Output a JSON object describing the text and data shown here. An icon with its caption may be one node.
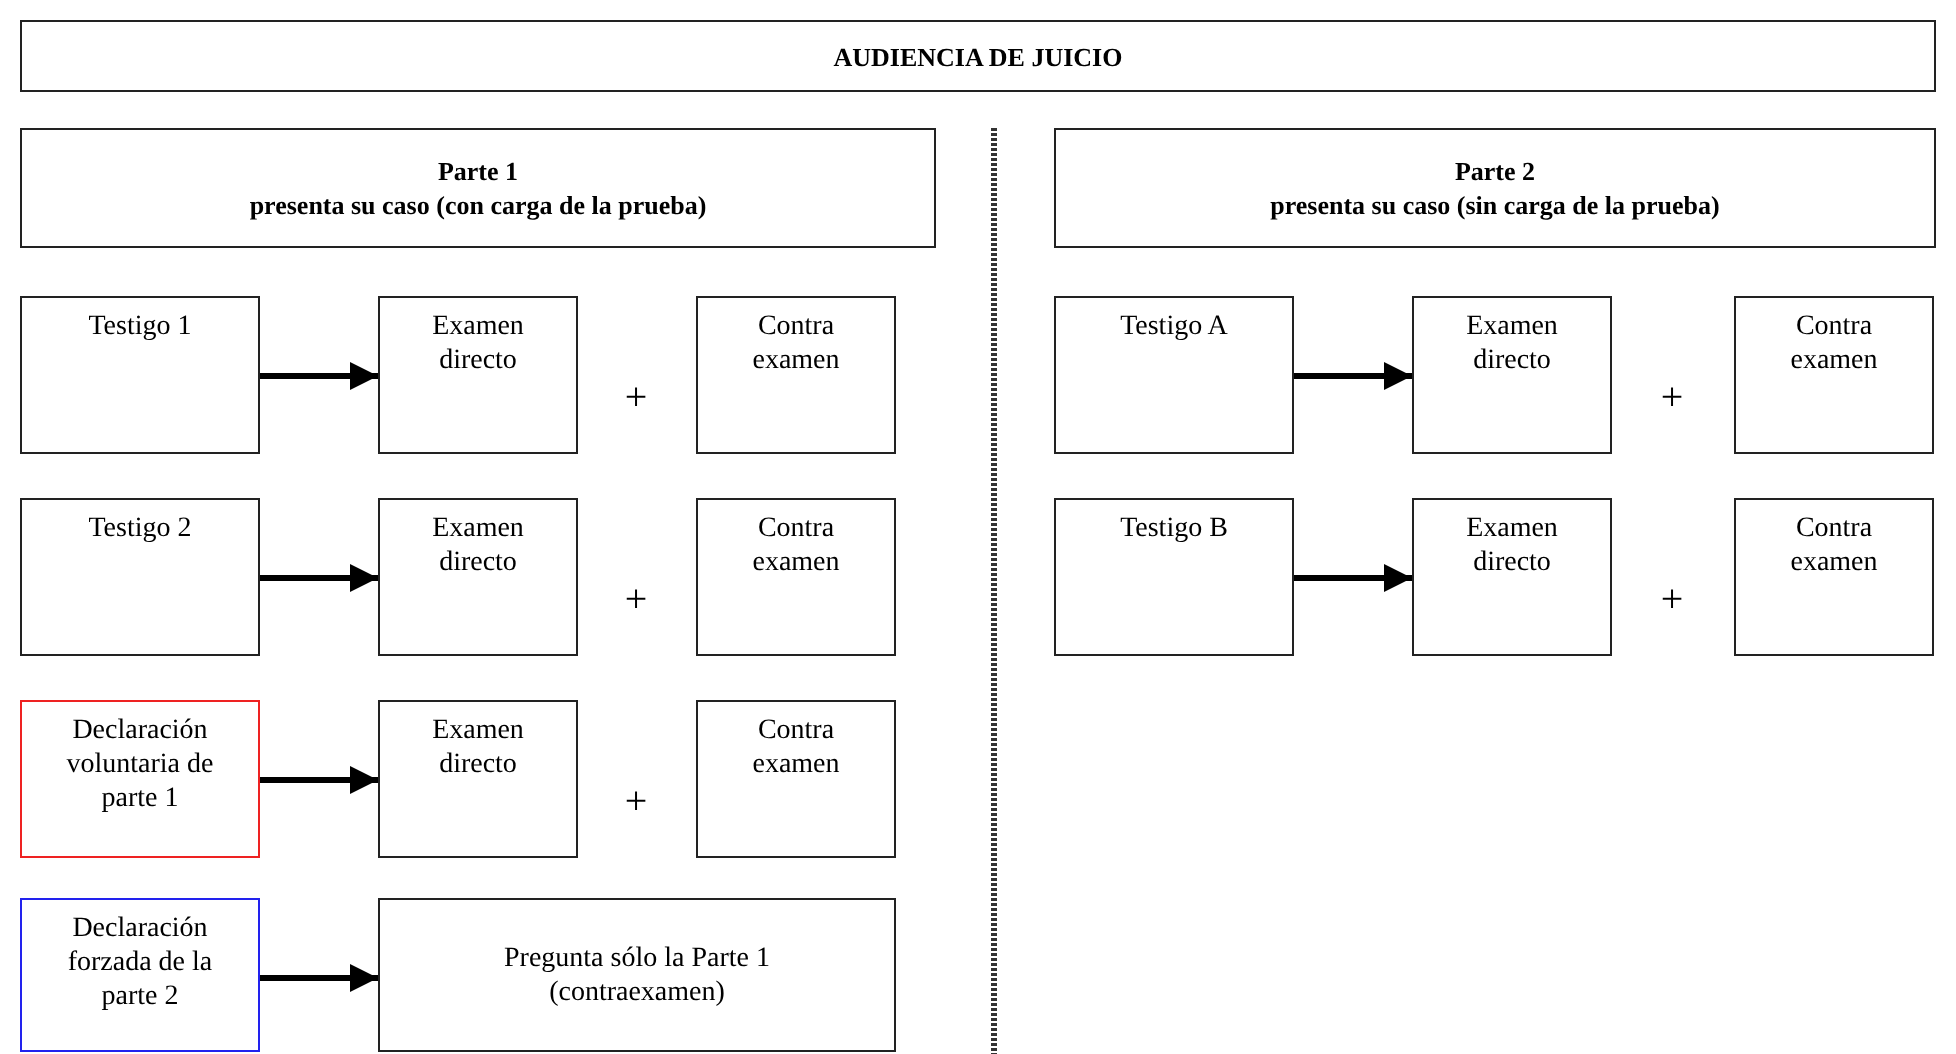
{
  "diagram": {
    "nodes": [
      {
        "text": [
          "AUDIENCIA DE JUICIO"
        ]
      },
      {
        "text": [
          "Parte 1",
          "presenta su caso (con carga de la prueba)"
        ]
      },
      {
        "text": [
          "Parte 2",
          "presenta su caso (sin carga de la prueba)"
        ]
      },
      {
        "text": [
          "Testigo 1"
        ]
      },
      {
        "text": [
          "Examen directo"
        ]
      },
      {
        "text": [
          "Contra examen"
        ]
      },
      {
        "text": [
          "Testigo A"
        ]
      },
      {
        "text": [
          "Examen directo"
        ]
      },
      {
        "text": [
          "Contra examen"
        ]
      },
      {
        "text": [
          "Testigo 2"
        ]
      },
      {
        "text": [
          "Examen directo"
        ]
      },
      {
        "text": [
          "Contra examen"
        ]
      },
      {
        "text": [
          "Testigo B"
        ]
      },
      {
        "text": [
          "Examen directo"
        ]
      },
      {
        "text": [
          "Contra examen"
        ]
      },
      {
        "text": [
          "Declaración voluntaria de parte 1"
        ]
      },
      {
        "text": [
          "Examen directo"
        ]
      },
      {
        "text": [
          "Contra examen"
        ]
      },
      {
        "text": [
          "Declaración forzada de la parte 2"
        ]
      },
      {
        "text": [
          "Pregunta sólo la Parte 1 (contraexamen)"
        ]
      }
    ],
    "edges": [
      {
        "from": 3,
        "to": 4,
        "arrow": "to"
      },
      {
        "from": 6,
        "to": 7,
        "arrow": "to"
      },
      {
        "from": 9,
        "to": 10,
        "arrow": "to"
      },
      {
        "from": 12,
        "to": 13,
        "arrow": "to"
      },
      {
        "from": 15,
        "to": 16,
        "arrow": "to"
      },
      {
        "from": 18,
        "to": 19,
        "arrow": "to"
      }
    ],
    "labels": [
      "+",
      "+",
      "+",
      "+",
      "+"
    ]
  }
}
